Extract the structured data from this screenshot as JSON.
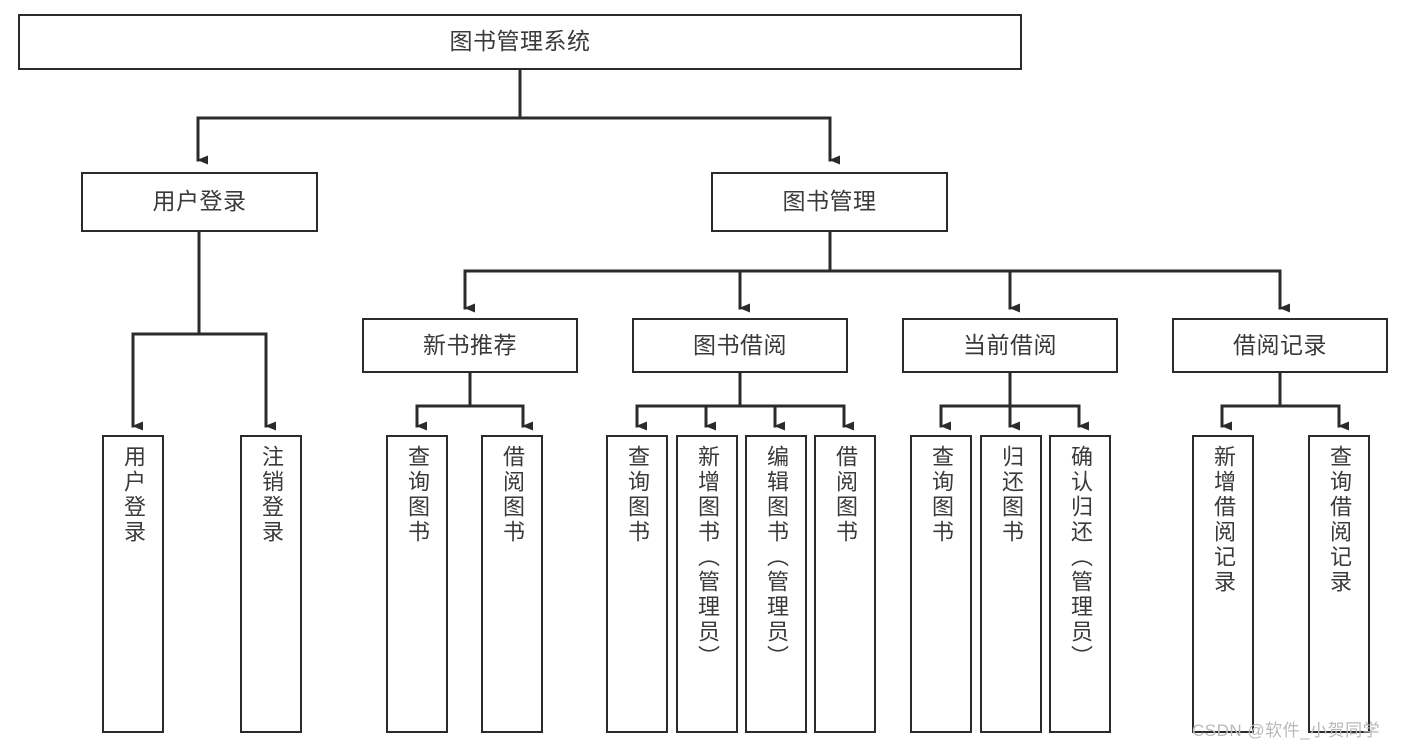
{
  "diagram": {
    "title": "图书管理系统",
    "type": "tree-hierarchy-diagram",
    "colors": {
      "stroke": "#2b2b2b",
      "text": "#3a3a3a",
      "background": "#ffffff",
      "watermark": "#b9b9b9"
    },
    "nodes": {
      "root": {
        "label": "图书管理系统"
      },
      "level2": {
        "user_login": {
          "label": "用户登录"
        },
        "book_manage": {
          "label": "图书管理"
        }
      },
      "level3": {
        "new_book_recommend": {
          "label": "新书推荐"
        },
        "book_borrow": {
          "label": "图书借阅"
        },
        "current_borrow": {
          "label": "当前借阅"
        },
        "borrow_record": {
          "label": "借阅记录"
        }
      },
      "leaves": {
        "user_login": [
          {
            "label": "用户登录"
          },
          {
            "label": "注销登录"
          }
        ],
        "new_book_recommend": [
          {
            "label": "查询图书"
          },
          {
            "label": "借阅图书"
          }
        ],
        "book_borrow": [
          {
            "label": "查询图书"
          },
          {
            "label": "新增图书（管理员）"
          },
          {
            "label": "编辑图书（管理员）"
          },
          {
            "label": "借阅图书"
          }
        ],
        "current_borrow": [
          {
            "label": "查询图书"
          },
          {
            "label": "归还图书"
          },
          {
            "label": "确认归还（管理员）"
          }
        ],
        "borrow_record": [
          {
            "label": "新增借阅记录"
          },
          {
            "label": "查询借阅记录"
          }
        ]
      }
    },
    "watermark": {
      "text": "CSDN @软件_小贺同学"
    }
  }
}
